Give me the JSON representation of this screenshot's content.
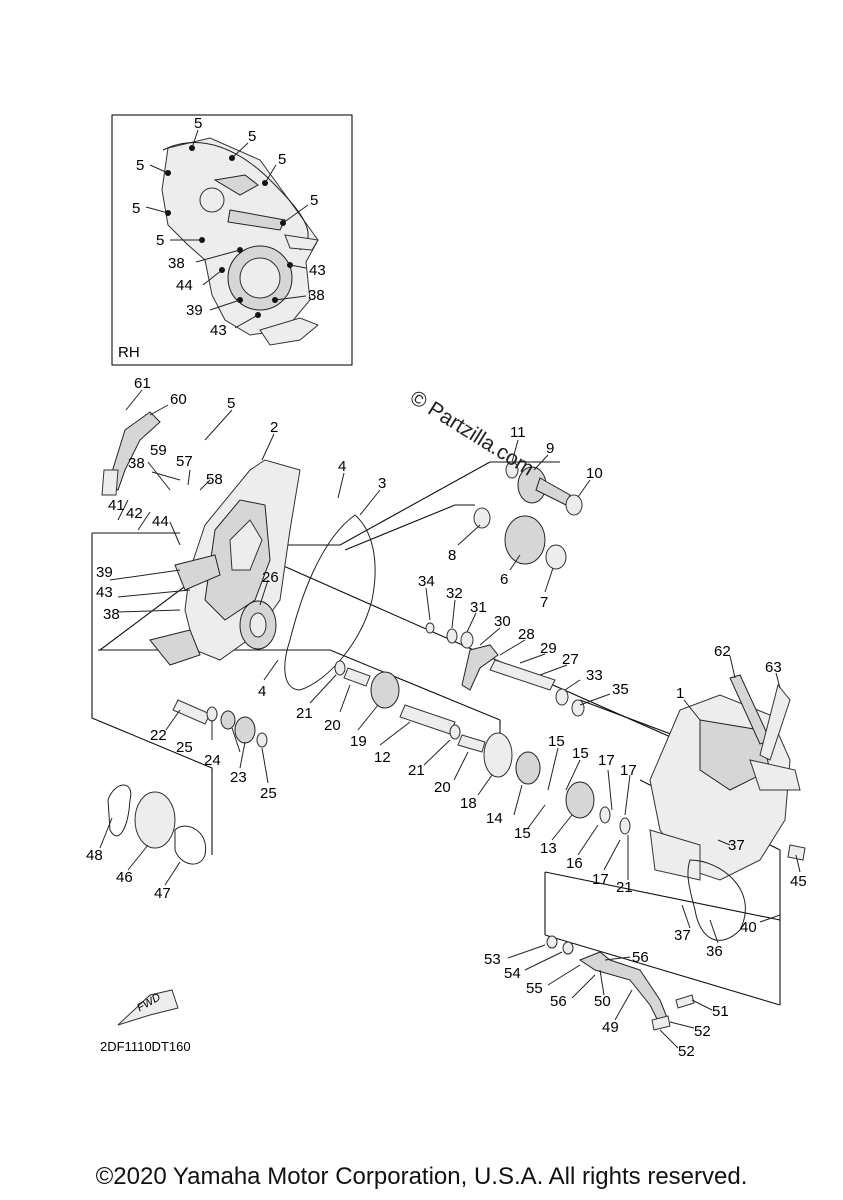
{
  "inset": {
    "label": "RH"
  },
  "watermark": "© Partzilla.com",
  "diagram_code": "2DF1110DT160",
  "fwd_label": "FWD",
  "copyright": "©2020 Yamaha Motor Corporation, U.S.A. All rights reserved.",
  "callouts": {
    "i5a": "5",
    "i5b": "5",
    "i5c": "5",
    "i5d": "5",
    "i5e": "5",
    "i5f": "5",
    "i5g": "5",
    "i38a": "38",
    "i43a": "43",
    "i44": "44",
    "i38b": "38",
    "i39": "39",
    "i43b": "43",
    "c61": "61",
    "c60": "60",
    "c5": "5",
    "c2": "2",
    "c59": "59",
    "c57": "57",
    "c38a": "38",
    "c58": "58",
    "c4a": "4",
    "c3": "3",
    "c11": "11",
    "c9": "9",
    "c10": "10",
    "c41": "41",
    "c42": "42",
    "c44": "44",
    "c8": "8",
    "c6": "6",
    "c7": "7",
    "c39": "39",
    "c43": "43",
    "c38b": "38",
    "c26": "26",
    "c34": "34",
    "c32": "32",
    "c31": "31",
    "c30": "30",
    "c28": "28",
    "c29": "29",
    "c27": "27",
    "c33": "33",
    "c35": "35",
    "c62": "62",
    "c63": "63",
    "c1": "1",
    "c4b": "4",
    "c21a": "21",
    "c20a": "20",
    "c19": "19",
    "c22": "22",
    "c25a": "25",
    "c24": "24",
    "c23": "23",
    "c25b": "25",
    "c12": "12",
    "c21b": "21",
    "c20b": "20",
    "c18": "18",
    "c15a": "15",
    "c15b": "15",
    "c17a": "17",
    "c17b": "17",
    "c14": "14",
    "c15c": "15",
    "c13": "13",
    "c16": "16",
    "c17c": "17",
    "c21c": "21",
    "c37a": "37",
    "c45": "45",
    "c48": "48",
    "c46": "46",
    "c47": "47",
    "c37b": "37",
    "c36": "36",
    "c40": "40",
    "c53": "53",
    "c54": "54",
    "c56a": "56",
    "c55": "55",
    "c56b": "56",
    "c50": "50",
    "c49": "49",
    "c51": "51",
    "c52a": "52",
    "c52b": "52"
  }
}
